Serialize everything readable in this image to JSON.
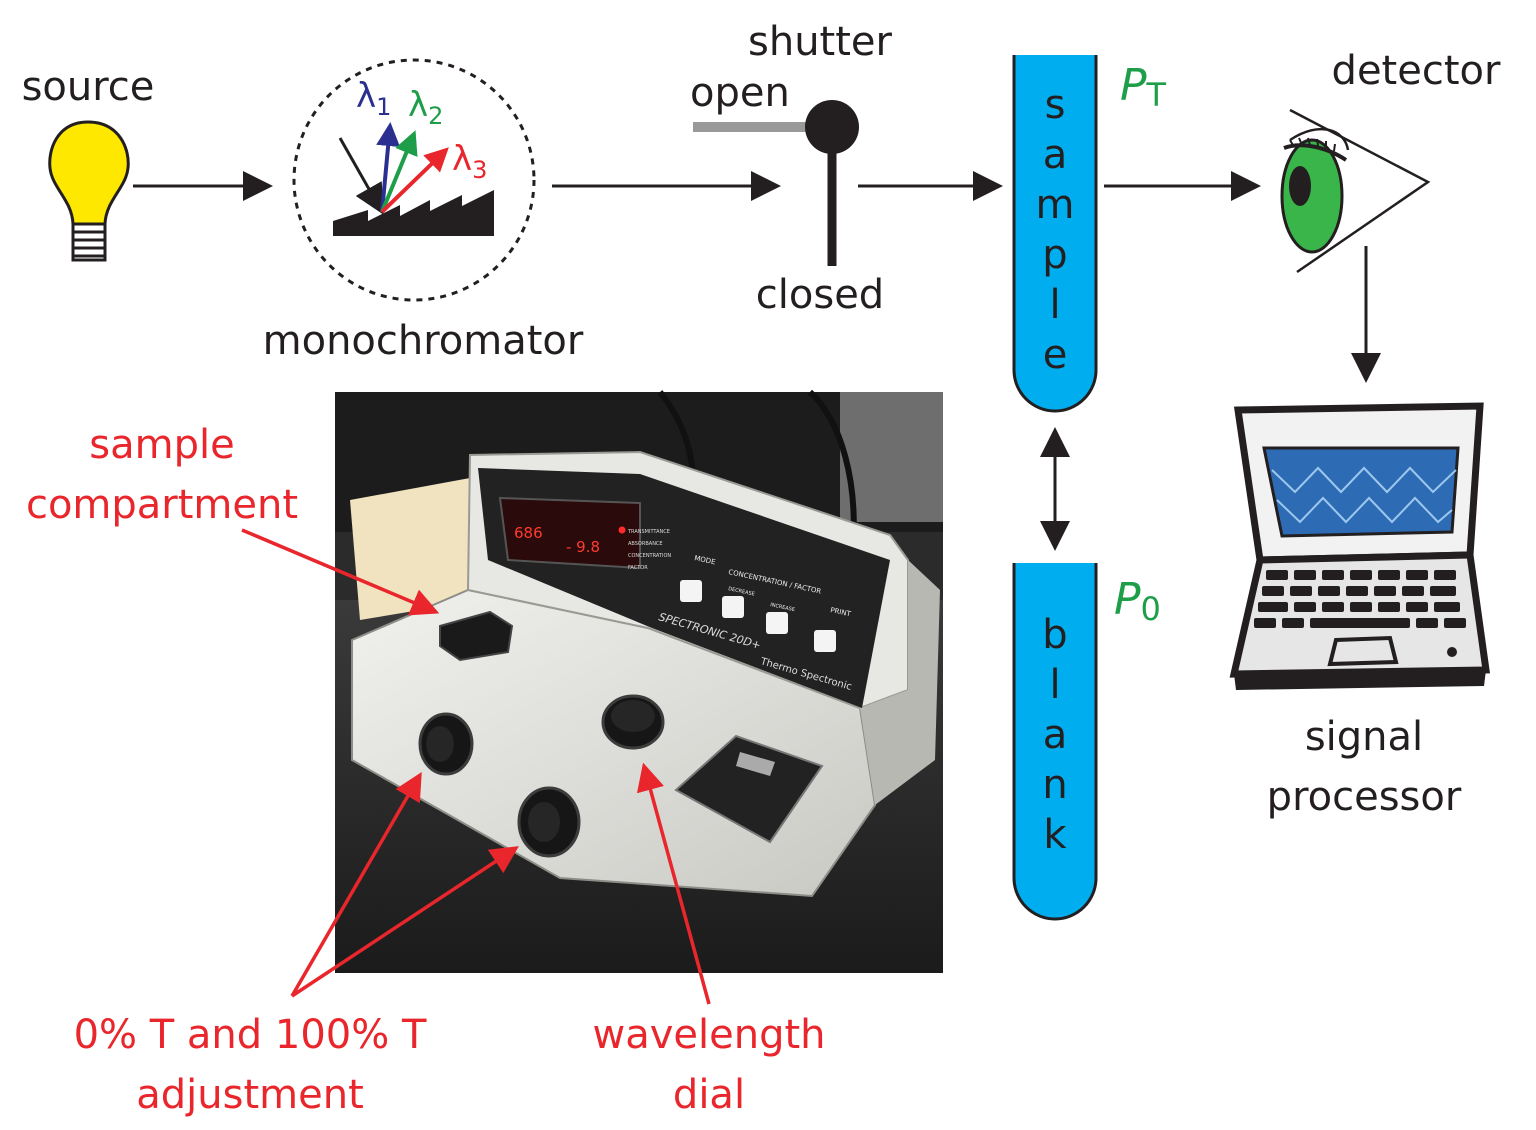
{
  "labels": {
    "source": "source",
    "monochromator": "monochromator",
    "lambda_symbol": "λ",
    "lambda_subscripts": [
      "1",
      "2",
      "3"
    ],
    "shutter": "shutter",
    "open": "open",
    "closed": "closed",
    "sample_letters": [
      "s",
      "a",
      "m",
      "p",
      "l",
      "e"
    ],
    "blank_letters": [
      "b",
      "l",
      "a",
      "n",
      "k"
    ],
    "power_symbol": "P",
    "pt_subscript": "T",
    "p0_subscript": "0",
    "detector": "detector",
    "signal_processor": [
      "signal",
      "processor"
    ]
  },
  "photo": {
    "sample_compartment": [
      "sample",
      "compartment"
    ],
    "adjustment": [
      "0% T and 100% T",
      "adjustment"
    ],
    "wavelength_dial": [
      "wavelength",
      "dial"
    ],
    "instrument_brand": "SPECTRONIC 20D+",
    "instrument_maker": "Thermo Spectronic",
    "display_left": "686",
    "display_right": "- 9.8",
    "panel_mode": "MODE",
    "panel_concentration": "CONCENTRATION / FACTOR",
    "panel_decrease": "DECREASE",
    "panel_increase": "INCREASE",
    "panel_print": "PRINT",
    "panel_indicators": [
      "TRANSMITTANCE",
      "ABSORBANCE",
      "CONCENTRATION",
      "FACTOR"
    ]
  },
  "colors": {
    "annotation_red": "#e8262b",
    "lambda1": "#2b2f8f",
    "lambda2": "#1f9e4a",
    "lambda3": "#e8262b",
    "tube_blue": "#00aeef",
    "power_green": "#1f9e4a",
    "bulb_yellow": "#ffe800",
    "eye_green": "#39b54a"
  }
}
